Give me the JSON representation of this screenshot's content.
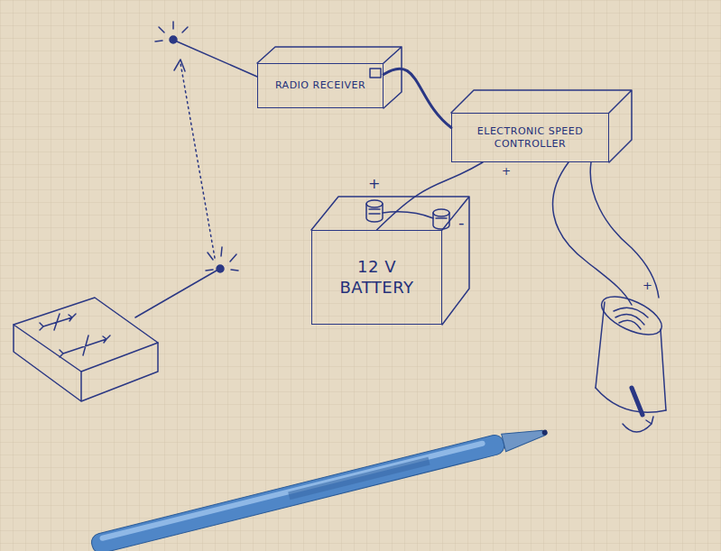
{
  "diagram": {
    "nodes": [
      {
        "text": [
          "RADIO RECEIVER"
        ]
      },
      {
        "text": [
          "ELECTRONIC SPEED CONTROLLER"
        ]
      },
      {
        "text": [
          "12 V BATTERY"
        ]
      }
    ],
    "edges": [
      {
        "from": 0,
        "to": 1,
        "arrow": "none"
      },
      {
        "from": 1,
        "to": 2,
        "arrow": "none"
      }
    ],
    "labels": [
      "+",
      "-",
      "+",
      "+"
    ]
  }
}
